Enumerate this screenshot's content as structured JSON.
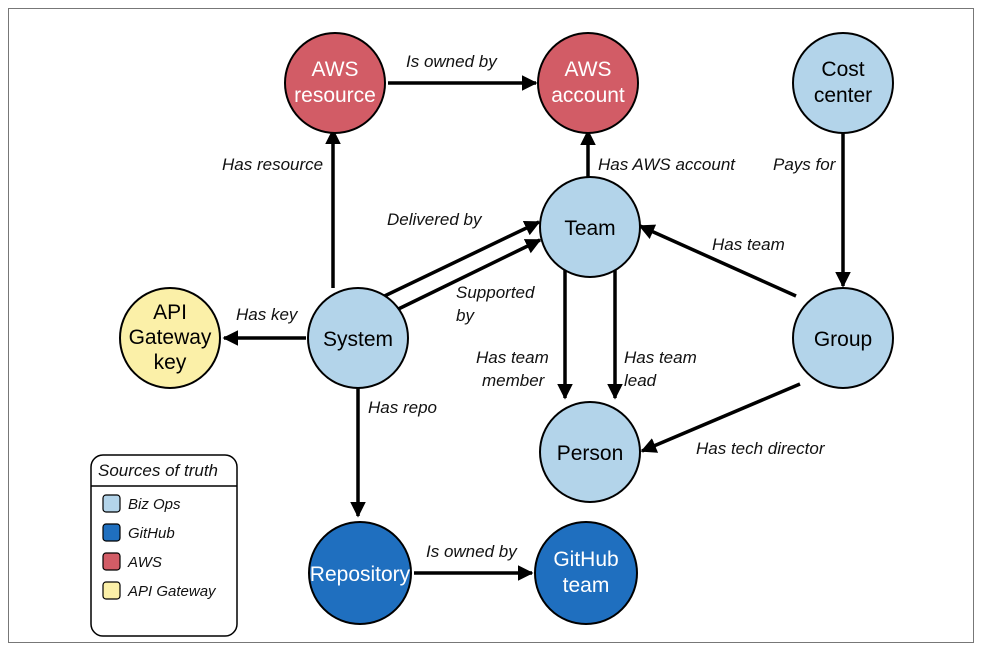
{
  "colors": {
    "bizops": "#b3d4ea",
    "github": "#1f6fbf",
    "aws": "#d25c66",
    "apigw": "#fbf0a8",
    "stroke": "#000000"
  },
  "nodes": {
    "aws_resource": {
      "line1": "AWS",
      "line2": "resource"
    },
    "aws_account": {
      "line1": "AWS",
      "line2": "account"
    },
    "cost_center": {
      "line1": "Cost",
      "line2": "center"
    },
    "team": {
      "line1": "Team"
    },
    "api_key": {
      "line1": "API",
      "line2": "Gateway",
      "line3": "key"
    },
    "system": {
      "line1": "System"
    },
    "group": {
      "line1": "Group"
    },
    "person": {
      "line1": "Person"
    },
    "repository": {
      "line1": "Repository"
    },
    "github_team": {
      "line1": "GitHub",
      "line2": "team"
    }
  },
  "edges": {
    "is_owned_by_top": "Is owned by",
    "has_resource": "Has resource",
    "has_aws_account": "Has AWS account",
    "pays_for": "Pays for",
    "delivered_by": "Delivered by",
    "supported_by_1": "Supported",
    "supported_by_2": "by",
    "has_team": "Has team",
    "has_key": "Has key",
    "has_team_member_1": "Has team",
    "has_team_member_2": "member",
    "has_team_lead_1": "Has team",
    "has_team_lead_2": "lead",
    "has_repo": "Has repo",
    "has_tech_director": "Has tech director",
    "is_owned_by_bottom": "Is owned by"
  },
  "legend": {
    "title": "Sources of truth",
    "items": [
      "Biz Ops",
      "GitHub",
      "AWS",
      "API Gateway"
    ]
  }
}
